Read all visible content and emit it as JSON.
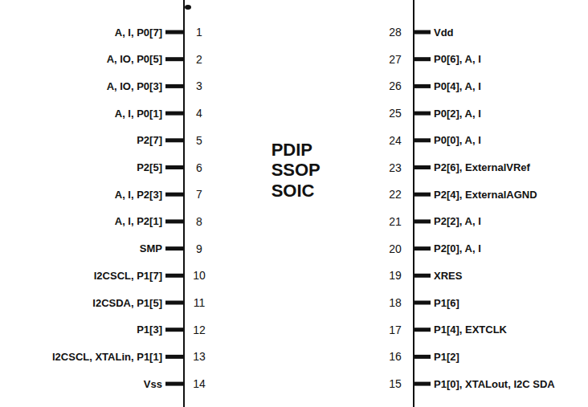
{
  "diagram": {
    "nodes": [
      {
        "text": [
          "PDIP SSOP SOIC"
        ]
      }
    ],
    "labels": [
      "A, I, P0[7]",
      "1",
      "28",
      "Vdd",
      "A, IO, P0[5]",
      "2",
      "27",
      "P0[6], A, I",
      "A, IO, P0[3]",
      "3",
      "26",
      "P0[4], A, I",
      "A, I, P0[1]",
      "4",
      "25",
      "P0[2], A, I",
      "P2[7]",
      "5",
      "24",
      "P0[0], A, I",
      "P2[5]",
      "6",
      "23",
      "P2[6], ExternalVRef",
      "A, I, P2[3]",
      "7",
      "22",
      "P2[4], ExternalAGND",
      "A, I, P2[1]",
      "8",
      "21",
      "P2[2], A, I",
      "SMP",
      "9",
      "20",
      "P2[0], A, I",
      "I2CSCL, P1[7]",
      "10",
      "19",
      "XRES",
      "I2CSDA, P1[5]",
      "11",
      "18",
      "P1[6]",
      "P1[3]",
      "12",
      "17",
      "P1[4], EXTCLK",
      "I2CSCL, XTALin, P1[1]",
      "13",
      "16",
      "P1[2]",
      "Vss",
      "14",
      "15",
      "P1[0], XTALout, I2C SDA"
    ]
  }
}
